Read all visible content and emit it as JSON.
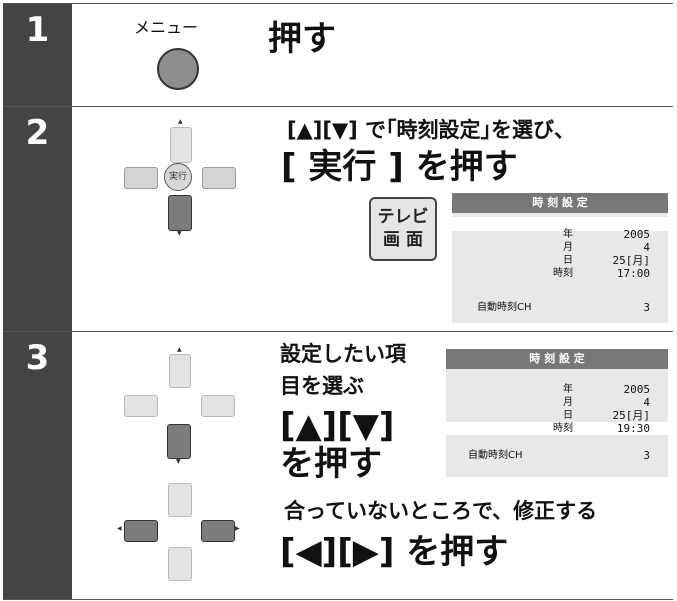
{
  "steps": [
    {
      "number": "1",
      "remote_label": "メニュー",
      "instruction": "押す"
    },
    {
      "number": "2",
      "instruction_line1": "[▲][▼] で｢時刻設定｣を選び、",
      "instruction_line2": "[ 実行 ] を押す",
      "exec_label": "実行",
      "tv_label_top": "テレビ",
      "tv_label_bottom": "画 面"
    },
    {
      "number": "3",
      "line1": "設定したい項",
      "line2": "目を選ぶ",
      "line3": "[▲][▼]",
      "line4": "を押す",
      "line5": "合っていないところで、修正する",
      "line6": "[◀][▶] を押す"
    }
  ],
  "osd1": {
    "title": "時 刻 設 定",
    "rows": [
      {
        "key": "年",
        "value": "2005"
      },
      {
        "key": "月",
        "value": "4"
      },
      {
        "key": "日",
        "value": "25[月]"
      },
      {
        "key": "時刻",
        "value": "17:00"
      },
      {
        "key": "自動時刻CH",
        "value": "3"
      }
    ]
  },
  "osd2": {
    "title": "時 刻 設 定",
    "rows": [
      {
        "key": "年",
        "value": "2005"
      },
      {
        "key": "月",
        "value": "4"
      },
      {
        "key": "日",
        "value": "25[月]"
      },
      {
        "key": "時刻",
        "value": "19:30"
      },
      {
        "key": "自動時刻CH",
        "value": "3"
      }
    ]
  }
}
